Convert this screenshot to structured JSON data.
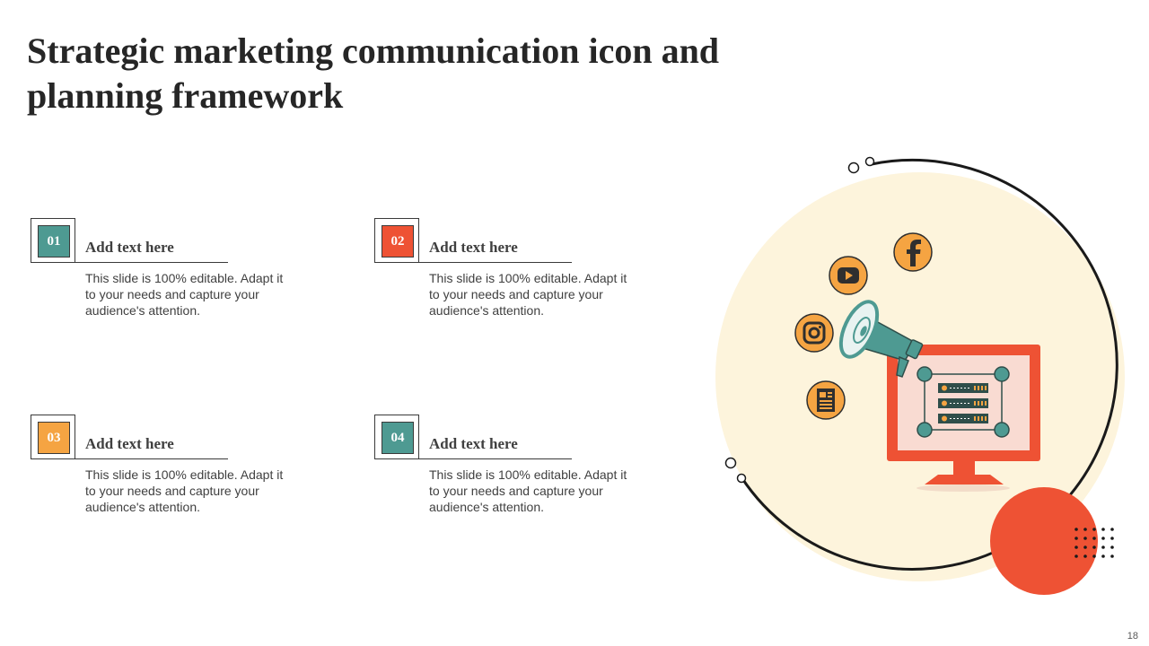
{
  "slide": {
    "title": "Strategic marketing communication icon and planning framework",
    "page_number": "18"
  },
  "cards": [
    {
      "number": "01",
      "heading": "Add text here",
      "body": "This slide is 100% editable. Adapt it to your needs and capture your audience's attention.",
      "color": "#4e9a92"
    },
    {
      "number": "02",
      "heading": "Add text here",
      "body": "This slide is 100% editable. Adapt it to your needs and capture your audience's attention.",
      "color": "#ee5234"
    },
    {
      "number": "03",
      "heading": "Add text here",
      "body": "This slide is 100% editable. Adapt it to your needs and capture your audience's attention.",
      "color": "#f5a442"
    },
    {
      "number": "04",
      "heading": "Add text here",
      "body": "This slide is 100% editable. Adapt it to your needs and capture your audience's attention.",
      "color": "#4e9a92"
    }
  ],
  "illustration": {
    "icons": [
      "megaphone-icon",
      "monitor-icon",
      "facebook-icon",
      "youtube-icon",
      "instagram-icon",
      "news-icon"
    ],
    "colors": {
      "background_circle": "#fdf4dc",
      "accent_orange": "#ee5234",
      "accent_amber": "#f5a442",
      "accent_teal": "#4e9a92",
      "outline": "#1a1a1a"
    }
  }
}
